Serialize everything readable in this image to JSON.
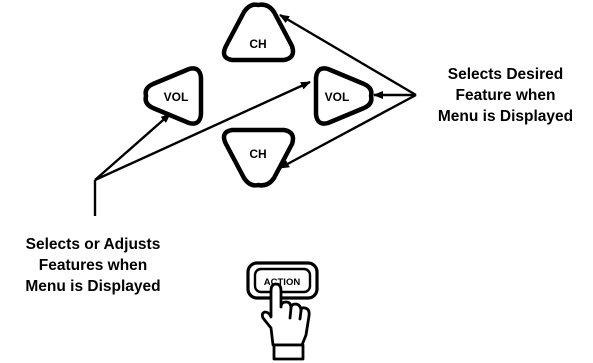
{
  "buttons": {
    "ch_up": "CH",
    "vol_left": "VOL",
    "vol_right": "VOL",
    "ch_down": "CH",
    "action": "ACTION"
  },
  "callouts": {
    "right": [
      "Selects Desired",
      "Feature when",
      "Menu is Displayed"
    ],
    "left": [
      "Selects or Adjusts",
      "Features when",
      "Menu is Displayed"
    ]
  },
  "colors": {
    "ink": "#000000",
    "paper": "#ffffff"
  },
  "icons": [
    "pointing-hand-icon"
  ]
}
